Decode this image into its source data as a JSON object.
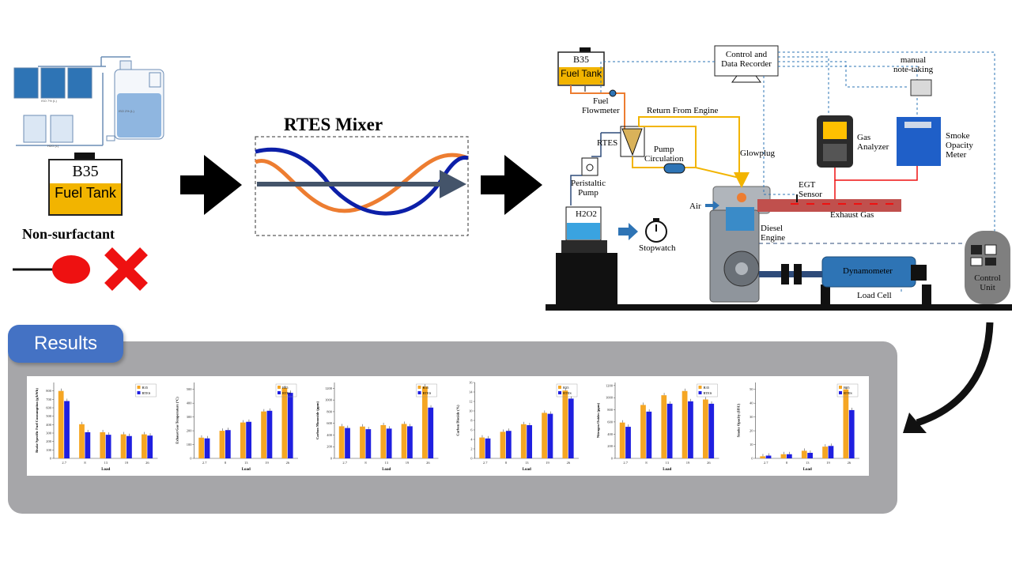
{
  "left": {
    "fuel_tank_line1": "B35",
    "fuel_tank_line2": "Fuel Tank",
    "non_surfactant_label": "Non-surfactant",
    "beaker_labels_top": [
      "ISO 7% (L)",
      "ISO 2% (L)"
    ],
    "beaker_label_bottom": "H2O (L)"
  },
  "mixer": {
    "title": "RTES Mixer"
  },
  "setup": {
    "tank_line1": "B35",
    "tank_line2": "Fuel Tank",
    "fuel_flowmeter": "Fuel\nFlowmeter",
    "rtes": "RTES",
    "return_from_engine": "Return From Engine",
    "pump_circulation": "Pump\nCirculation",
    "peristaltic_pump": "Peristaltic\nPump",
    "h2o2": "H2O2",
    "stopwatch": "Stopwatch",
    "control_recorder": "Control and\nData Recorder",
    "manual_note": "manual\nnote-taking",
    "gas_analyzer": "Gas\nAnalyzer",
    "smoke_meter": "Smoke\nOpacity\nMeter",
    "glowplug": "Glowplug",
    "egt_sensor": "EGT\nSensor",
    "air": "Air",
    "exhaust_gas": "Exhaust Gas",
    "diesel_engine": "Diesel\nEngine",
    "dynamometer": "Dynamometer",
    "load_cell": "Load Cell",
    "control_unit": "Control\nUnit"
  },
  "results": {
    "title": "Results"
  },
  "colors": {
    "b35": "#f5a623",
    "rtes": "#1f1fe0",
    "tab": "#4472c4",
    "panel": "#a6a6a9"
  },
  "chart_data": [
    {
      "type": "bar",
      "ylabel": "Brake Specific Fuel Consumption (g/kWh)",
      "xlabel": "Load",
      "categories": [
        "2.7",
        "8",
        "13",
        "19",
        "26"
      ],
      "ylim": [
        0,
        900
      ],
      "yticks": [
        0,
        100,
        200,
        300,
        400,
        500,
        600,
        700,
        800
      ],
      "series": [
        {
          "name": "B35",
          "values": [
            800,
            405,
            310,
            285,
            285
          ]
        },
        {
          "name": "RTES",
          "values": [
            680,
            310,
            280,
            265,
            270
          ]
        }
      ]
    },
    {
      "type": "bar",
      "ylabel": "Exhaust Gas Temperature (°C)",
      "xlabel": "Load",
      "categories": [
        "2.7",
        "8",
        "13",
        "19",
        "26"
      ],
      "ylim": [
        0,
        550
      ],
      "yticks": [
        0,
        100,
        200,
        300,
        400,
        500
      ],
      "series": [
        {
          "name": "B35",
          "values": [
            150,
            200,
            260,
            340,
            510
          ]
        },
        {
          "name": "RTES",
          "values": [
            145,
            205,
            265,
            345,
            475
          ]
        }
      ]
    },
    {
      "type": "bar",
      "ylabel": "Carbon Monoxide (ppm)",
      "xlabel": "Load",
      "categories": [
        "2.7",
        "8",
        "13",
        "19",
        "26"
      ],
      "ylim": [
        0,
        1300
      ],
      "yticks": [
        0,
        200,
        400,
        600,
        800,
        1000,
        1200
      ],
      "series": [
        {
          "name": "B35",
          "values": [
            550,
            545,
            570,
            590,
            1230
          ]
        },
        {
          "name": "RTES",
          "values": [
            520,
            500,
            510,
            550,
            870
          ]
        }
      ]
    },
    {
      "type": "bar",
      "ylabel": "Carbon Dioxide (%)",
      "xlabel": "Load",
      "categories": [
        "2.7",
        "8",
        "13",
        "19",
        "26"
      ],
      "ylim": [
        0,
        16
      ],
      "yticks": [
        0,
        2,
        4,
        6,
        8,
        10,
        12,
        14,
        16
      ],
      "series": [
        {
          "name": "B35",
          "values": [
            4.4,
            5.6,
            7.2,
            9.6,
            14.3
          ]
        },
        {
          "name": "RTES",
          "values": [
            4.2,
            5.8,
            7.0,
            9.4,
            12.6
          ]
        }
      ]
    },
    {
      "type": "bar",
      "ylabel": "Nitrogen Oxides (ppm)",
      "xlabel": "Load",
      "categories": [
        "2.7",
        "8",
        "13",
        "19",
        "26"
      ],
      "ylim": [
        0,
        1250
      ],
      "yticks": [
        0,
        200,
        400,
        600,
        800,
        1000,
        1200
      ],
      "series": [
        {
          "name": "B35",
          "values": [
            590,
            880,
            1040,
            1110,
            970
          ]
        },
        {
          "name": "RTES",
          "values": [
            520,
            770,
            900,
            940,
            900
          ]
        }
      ]
    },
    {
      "type": "bar",
      "ylabel": "Smoke Opacity (HSU)",
      "xlabel": "Load",
      "categories": [
        "2.7",
        "8",
        "13",
        "19",
        "26"
      ],
      "ylim": [
        0,
        55
      ],
      "yticks": [
        0,
        10,
        20,
        30,
        40,
        50
      ],
      "series": [
        {
          "name": "B35",
          "values": [
            1.5,
            3,
            5.5,
            8.5,
            50
          ]
        },
        {
          "name": "RTES",
          "values": [
            2,
            3,
            4,
            9,
            35
          ]
        }
      ]
    }
  ]
}
